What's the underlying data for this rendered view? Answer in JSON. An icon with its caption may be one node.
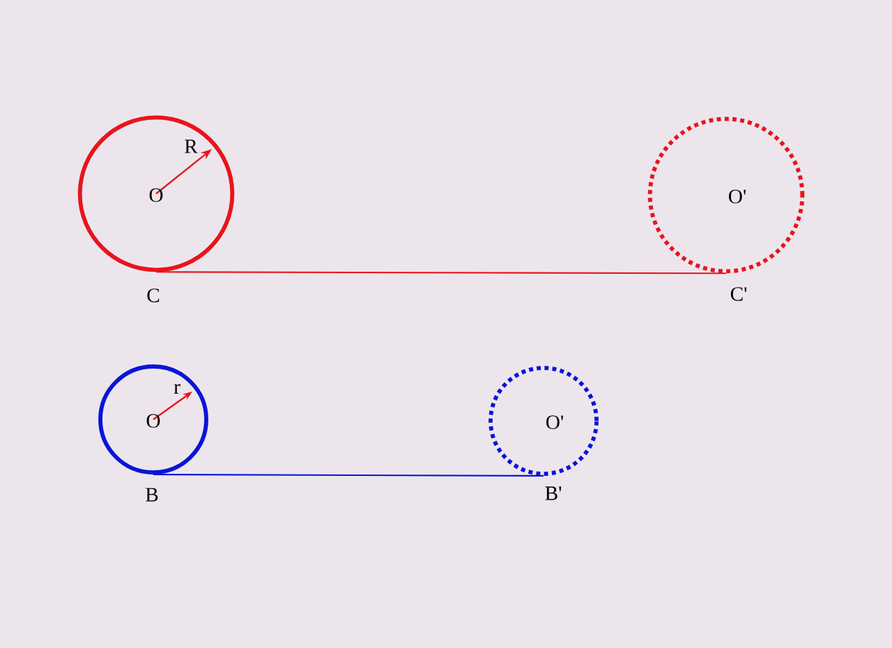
{
  "diagram": {
    "nodes": [
      {
        "text": [
          "O"
        ]
      },
      {
        "text": [
          "O'"
        ]
      },
      {
        "text": [
          "O"
        ]
      },
      {
        "text": [
          "O'"
        ]
      }
    ],
    "edges": [
      {
        "from": 0,
        "to": 1,
        "arrow": "none",
        "color": "#e8141c"
      },
      {
        "from": 2,
        "to": 3,
        "arrow": "none",
        "color": "#0a14d8"
      }
    ],
    "labels": [
      "R",
      "C",
      "C'",
      "r",
      "B",
      "B'"
    ]
  }
}
